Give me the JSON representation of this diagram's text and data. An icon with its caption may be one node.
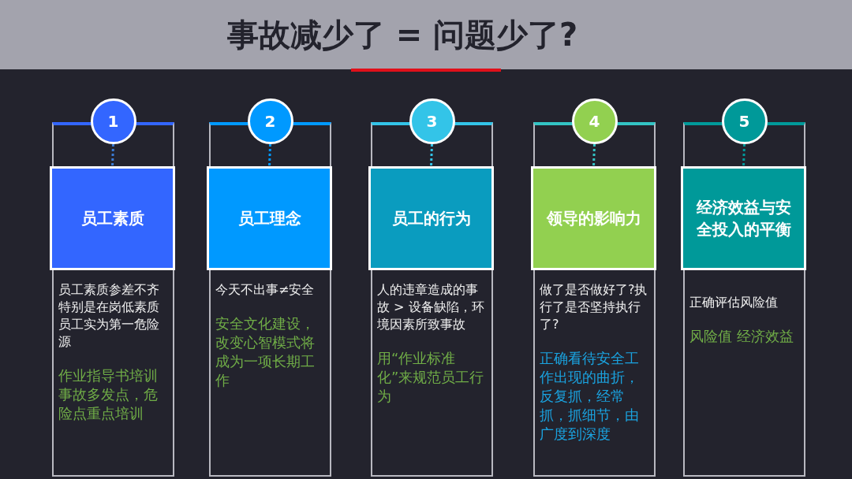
{
  "diagram": {
    "title": "事故减少了 = 问题少了?",
    "nodes": [
      {
        "text": [
          "员工素质参差不齐特别是在岗低素质员工实为第一危险源",
          "作业指导书培训事故多发点，危险点重点培训"
        ]
      },
      {
        "text": [
          "1"
        ]
      },
      {
        "text": [
          "员工素质"
        ]
      },
      {
        "text": [
          "今天不出事≠安全",
          "安全文化建设，改变心智模式将成为一项长期工作"
        ]
      },
      {
        "text": [
          "2"
        ]
      },
      {
        "text": [
          "员工理念"
        ]
      },
      {
        "text": [
          "人的违章造成的事故 > 设备缺陷，环境因素所致事故",
          "用“作业标准化”来规范员工行为"
        ]
      },
      {
        "text": [
          "3"
        ]
      },
      {
        "text": [
          "员工的行为"
        ]
      },
      {
        "text": [
          "做了是否做好了?执行了是否坚持执行了?",
          "正确看待安全工作出现的曲折，反复抓，经常抓，抓细节，由广度到深度"
        ]
      },
      {
        "text": [
          "4"
        ]
      },
      {
        "text": [
          "领导的影响力"
        ]
      },
      {
        "text": [
          "正确评估风险值",
          "风险值 经济效益"
        ]
      },
      {
        "text": [
          "5"
        ]
      },
      {
        "text": [
          "经济效益与安全投入的平衡"
        ]
      }
    ],
    "edges": [
      {
        "from": 1,
        "to": 2,
        "arrow": "none",
        "style": "dashed",
        "color": "#3a7bd5"
      },
      {
        "from": 4,
        "to": 5,
        "arrow": "none",
        "style": "dashed",
        "color": "#0099ff"
      },
      {
        "from": 7,
        "to": 8,
        "arrow": "none",
        "style": "dashed",
        "color": "#33c4e8"
      },
      {
        "from": 10,
        "to": 11,
        "arrow": "none",
        "style": "dashed",
        "color": "#33c4c4"
      },
      {
        "from": 13,
        "to": 14,
        "arrow": "none",
        "style": "dashed",
        "color": "#009999"
      }
    ]
  }
}
